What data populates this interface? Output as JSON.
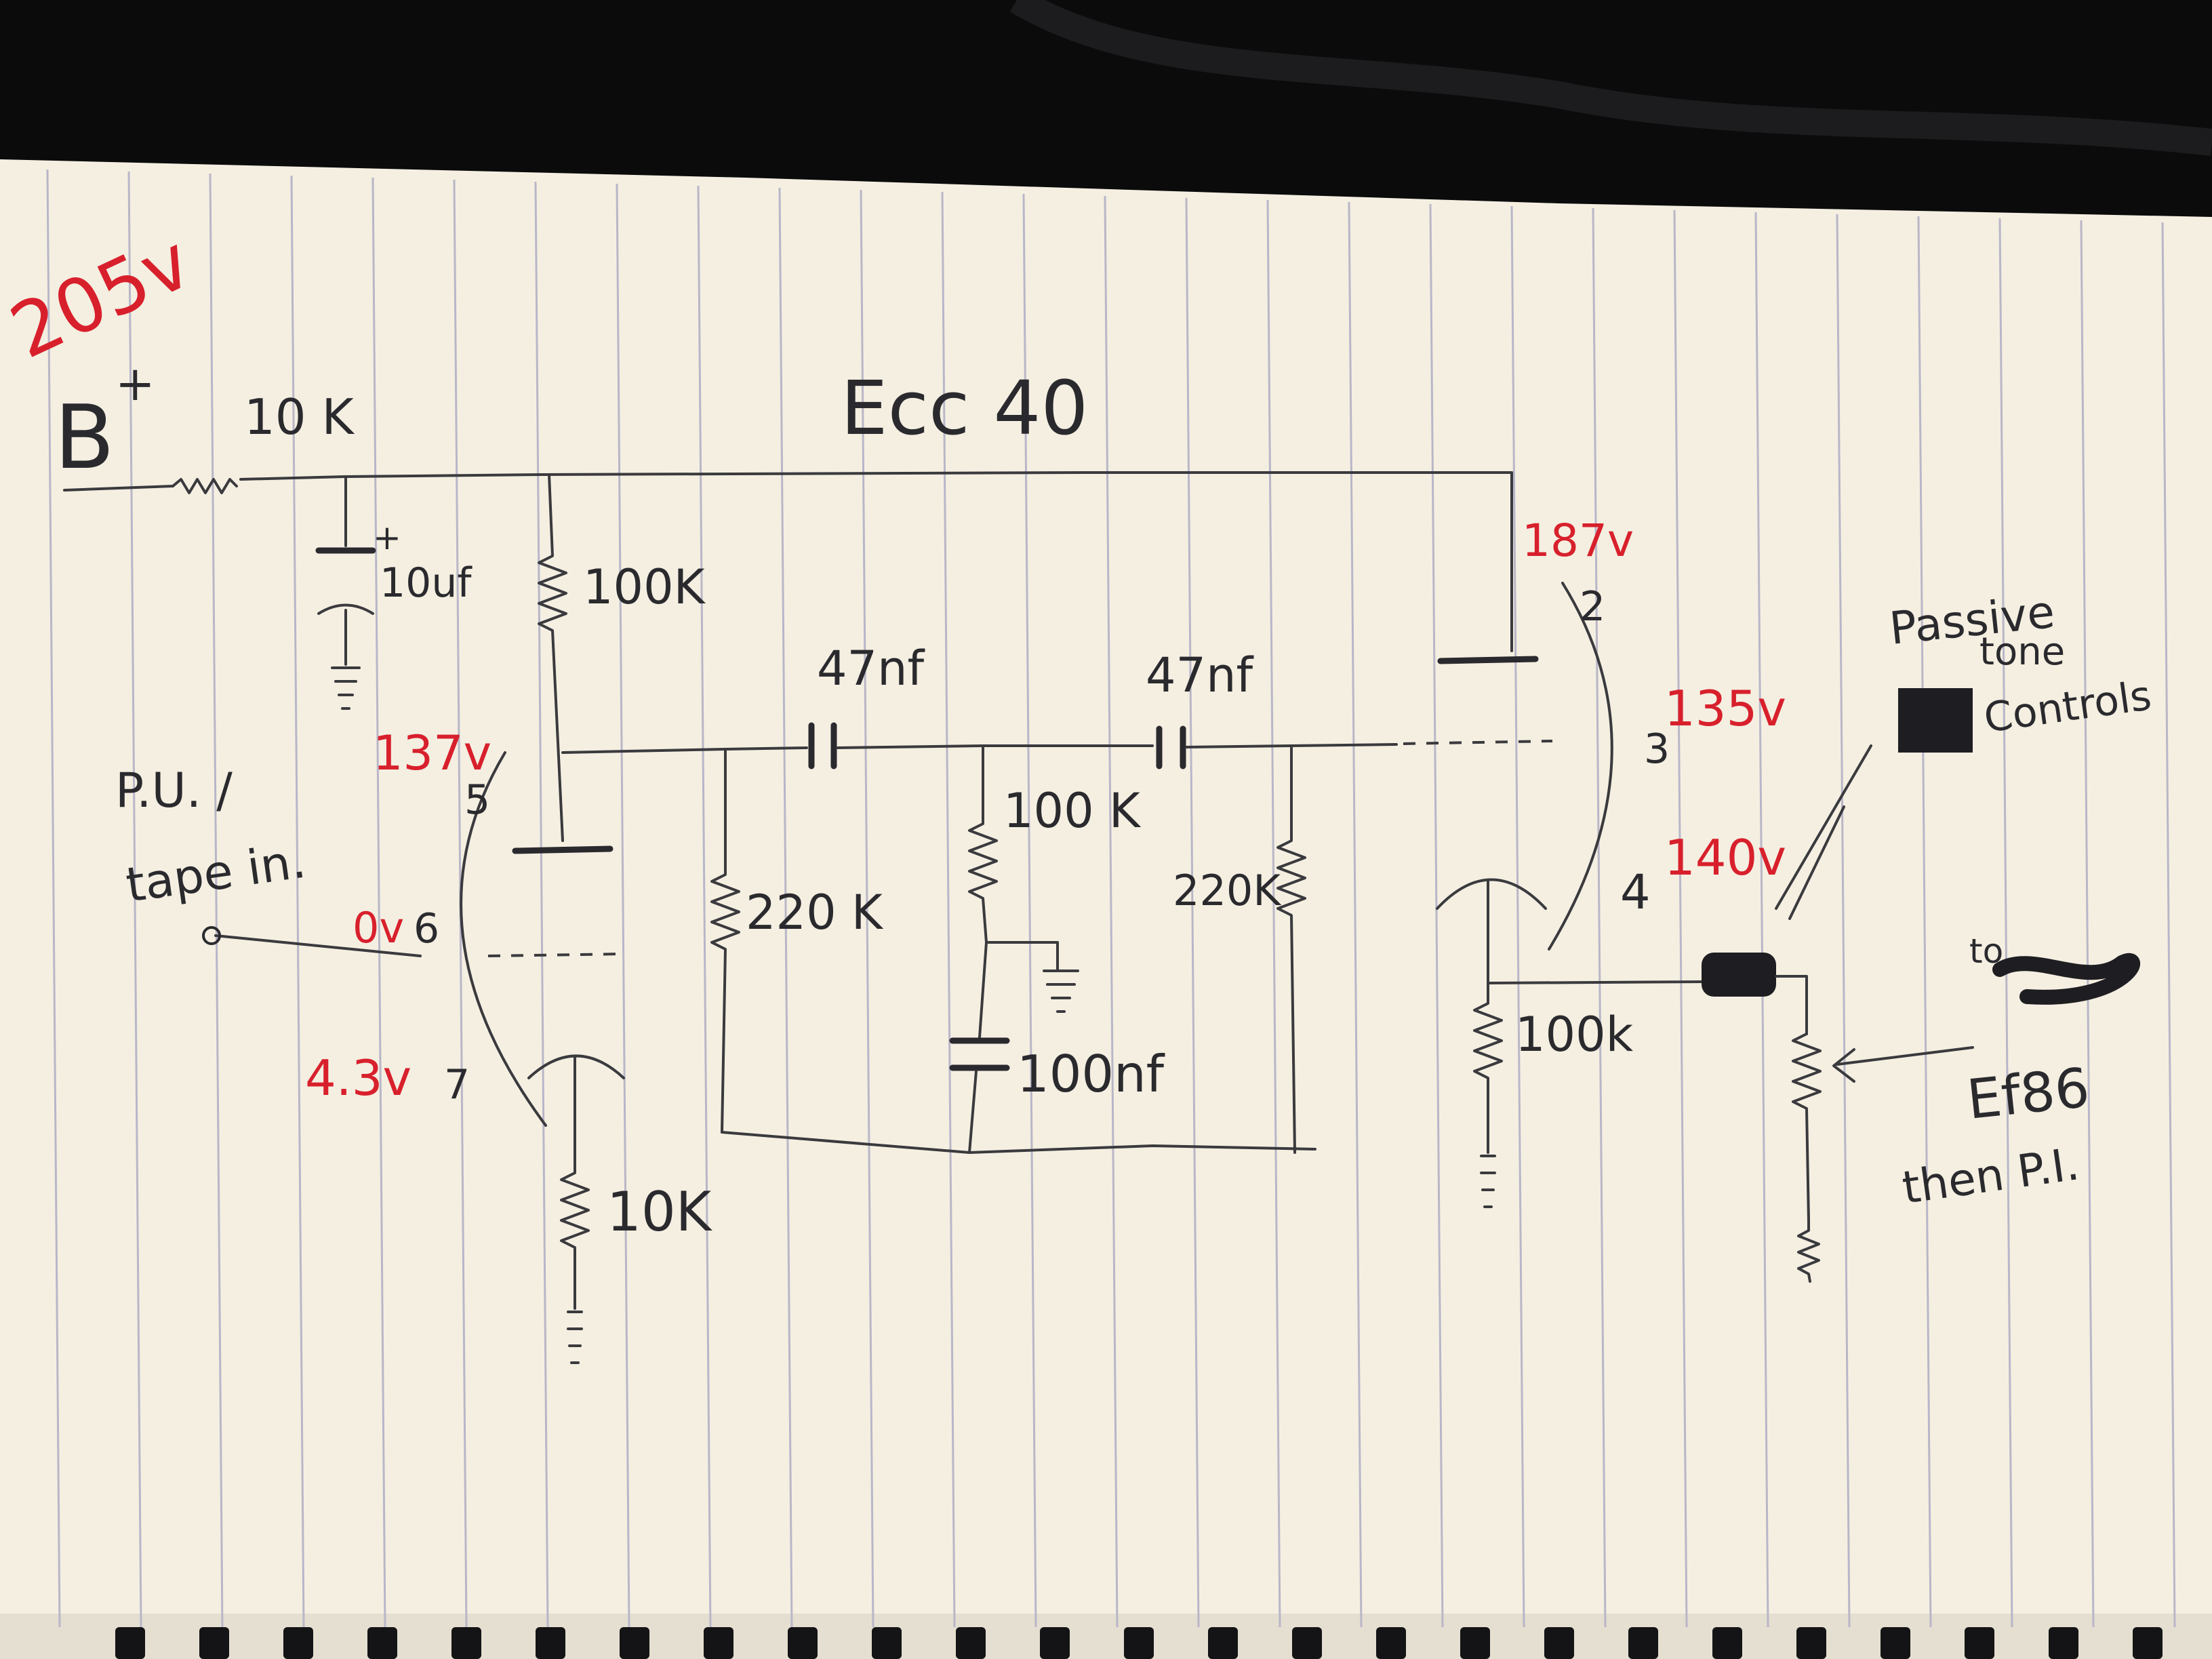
{
  "schematic": {
    "title": "Ecc 40",
    "supply": {
      "label": "B",
      "sign": "+",
      "voltage": "205v"
    },
    "components": {
      "r_dropper": "10 K",
      "c_filter": "10uf",
      "c_filter_sign": "+",
      "r_plate_v1": "100K",
      "c_coupling_1": "47nf",
      "c_coupling_2": "47nf",
      "r_grid_1": "220 K",
      "r_mid": "100 K",
      "c_bypass": "100nf",
      "r_grid_2": "220K",
      "r_cathode_v1": "10K",
      "r_cathode_v2": "100k"
    },
    "voltages": {
      "plate_v1": "137v",
      "grid_v1": "0v",
      "cathode_v1": "4.3v",
      "plate_v2": "187v",
      "grid_v2": "135v",
      "cathode_v2": "140v"
    },
    "pins": {
      "p5": "5",
      "p6": "6",
      "p7": "7",
      "p2": "2",
      "p3": "3",
      "p4": "4"
    },
    "input_label_1": "P.U. /",
    "input_label_2": "tape in.",
    "tone_label_1": "Passive",
    "tone_label_2": "tone",
    "tone_label_3": "Controls",
    "next_1": "to",
    "next_2": "Ef86",
    "next_3": "then P.I."
  },
  "colors": {
    "paper": "#f4efe1",
    "ink": "#2a2a2e",
    "red_ink": "#d8202c",
    "rule_line": "#b9b6c8",
    "background": "#0b0b0c"
  }
}
